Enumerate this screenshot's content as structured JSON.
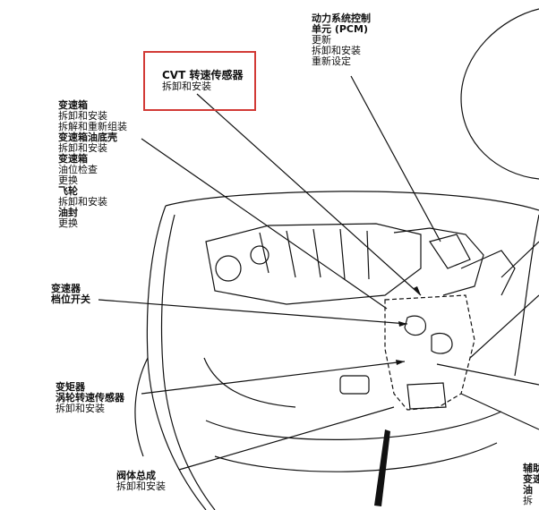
{
  "colors": {
    "highlight": "#d23a36",
    "line": "#111111"
  },
  "labels": {
    "cvt_sensor": {
      "title": "CVT 转速传感器",
      "sub": "拆卸和安装"
    },
    "pcm": {
      "title1": "动力系统控制",
      "title2": "单元 (PCM)",
      "sub1": "更新",
      "sub2": "拆卸和安装",
      "sub3": "重新设定"
    },
    "transmission": {
      "t1": "变速箱",
      "s1": "拆卸和安装",
      "s2": "拆解和重新组装",
      "t2": "变速箱油底壳",
      "s3": "拆卸和安装",
      "t3": "变速箱",
      "s4": "油位检查",
      "s5": "更换",
      "t4": "飞轮",
      "s6": "拆卸和安装",
      "t5": "油封",
      "s7": "更换"
    },
    "range_switch": {
      "t1": "变速器",
      "t2": "档位开关"
    },
    "tc_sensor": {
      "t1": "变矩器",
      "t2": "涡轮转速传感器",
      "s1": "拆卸和安装"
    },
    "valve_body": {
      "t1": "阀体总成",
      "s1": "拆卸和安装"
    },
    "aux_partial": {
      "l1": "辅助",
      "l2": "变速",
      "l3": "油",
      "l4": "拆"
    }
  }
}
